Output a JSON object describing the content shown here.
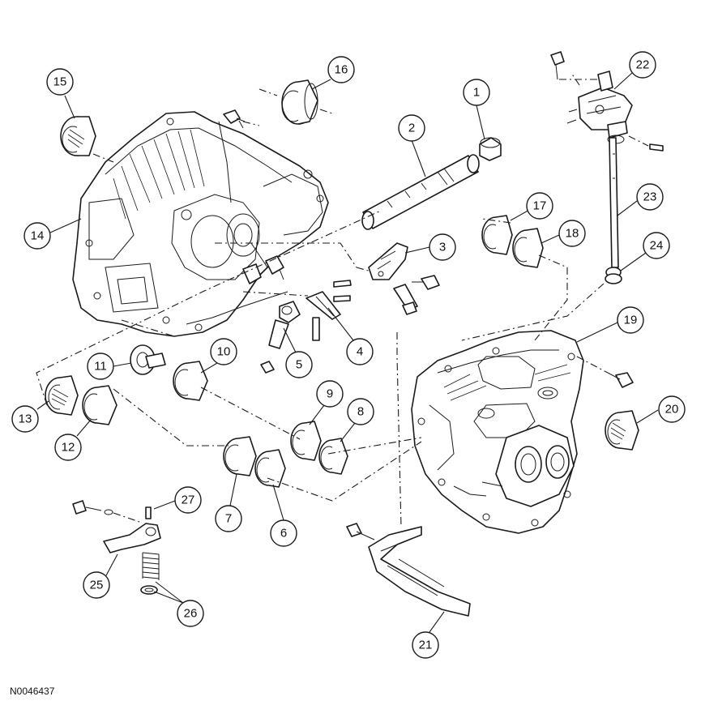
{
  "figure": {
    "reference_code": "N0046437"
  },
  "callouts": [
    "1",
    "2",
    "3",
    "4",
    "5",
    "6",
    "7",
    "8",
    "9",
    "10",
    "11",
    "12",
    "13",
    "14",
    "15",
    "16",
    "17",
    "18",
    "19",
    "20",
    "21",
    "22",
    "23",
    "24",
    "25",
    "26",
    "27"
  ],
  "colors": {
    "line": "#1a1a1a",
    "background": "#ffffff"
  }
}
